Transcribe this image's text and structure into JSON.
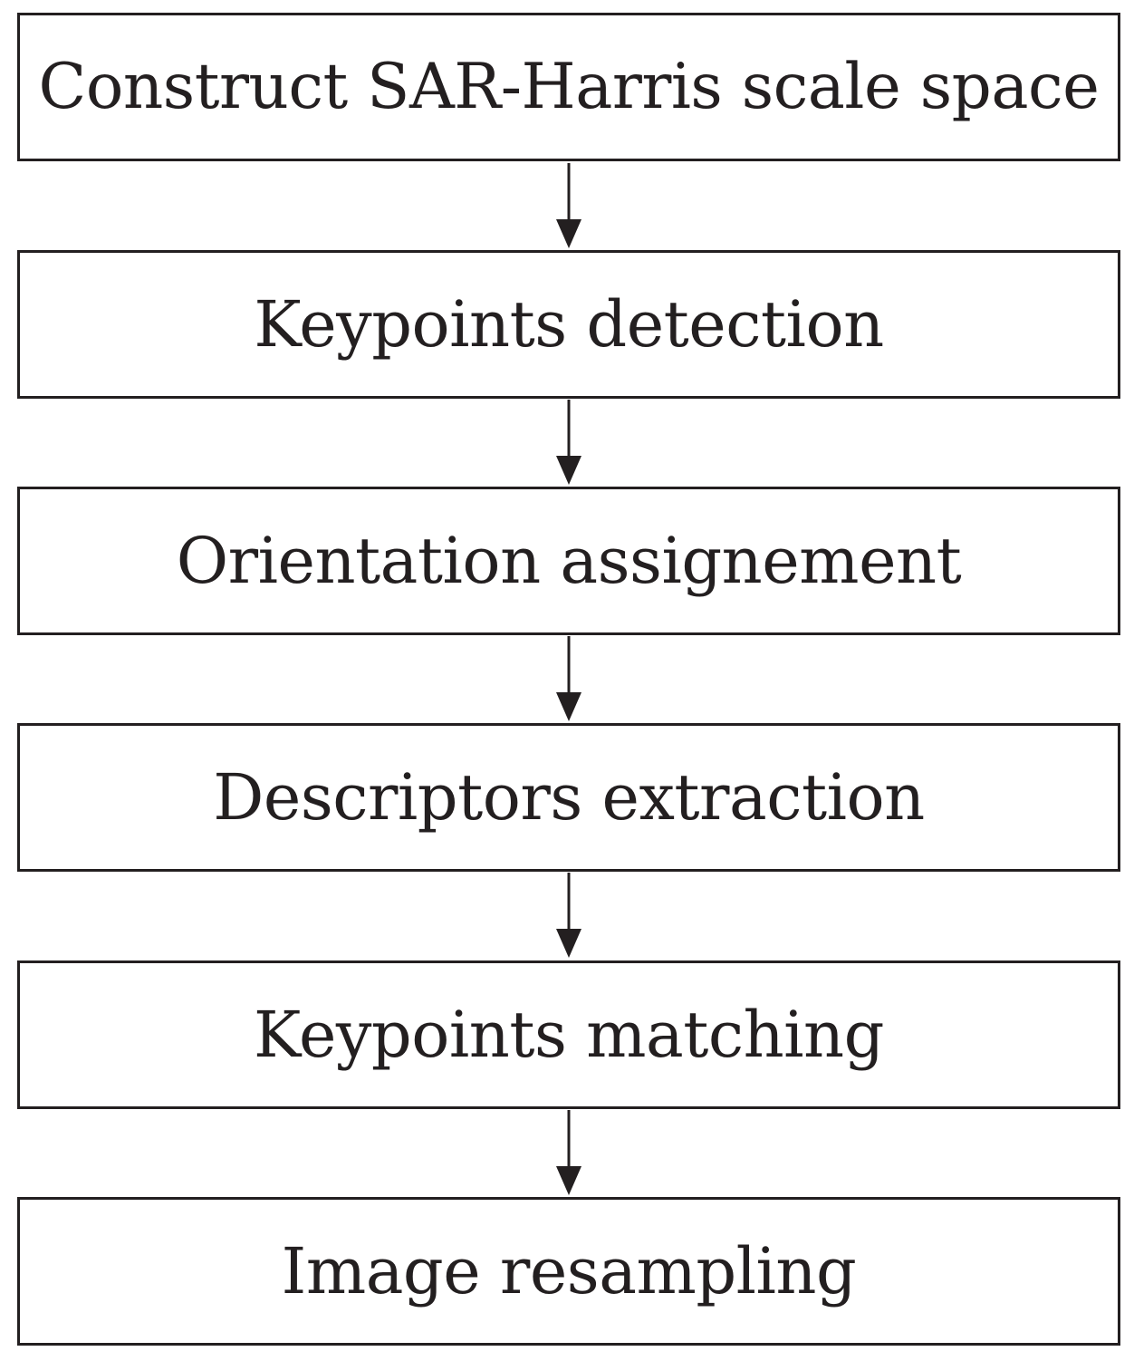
{
  "steps": [
    {
      "label": "Construct SAR-Harris scale space"
    },
    {
      "label": "Keypoints detection"
    },
    {
      "label": "Orientation assignement"
    },
    {
      "label": "Descriptors extraction"
    },
    {
      "label": "Keypoints matching"
    },
    {
      "label": "Image resampling"
    }
  ],
  "colors": {
    "stroke": "#231f20",
    "background": "#ffffff"
  }
}
